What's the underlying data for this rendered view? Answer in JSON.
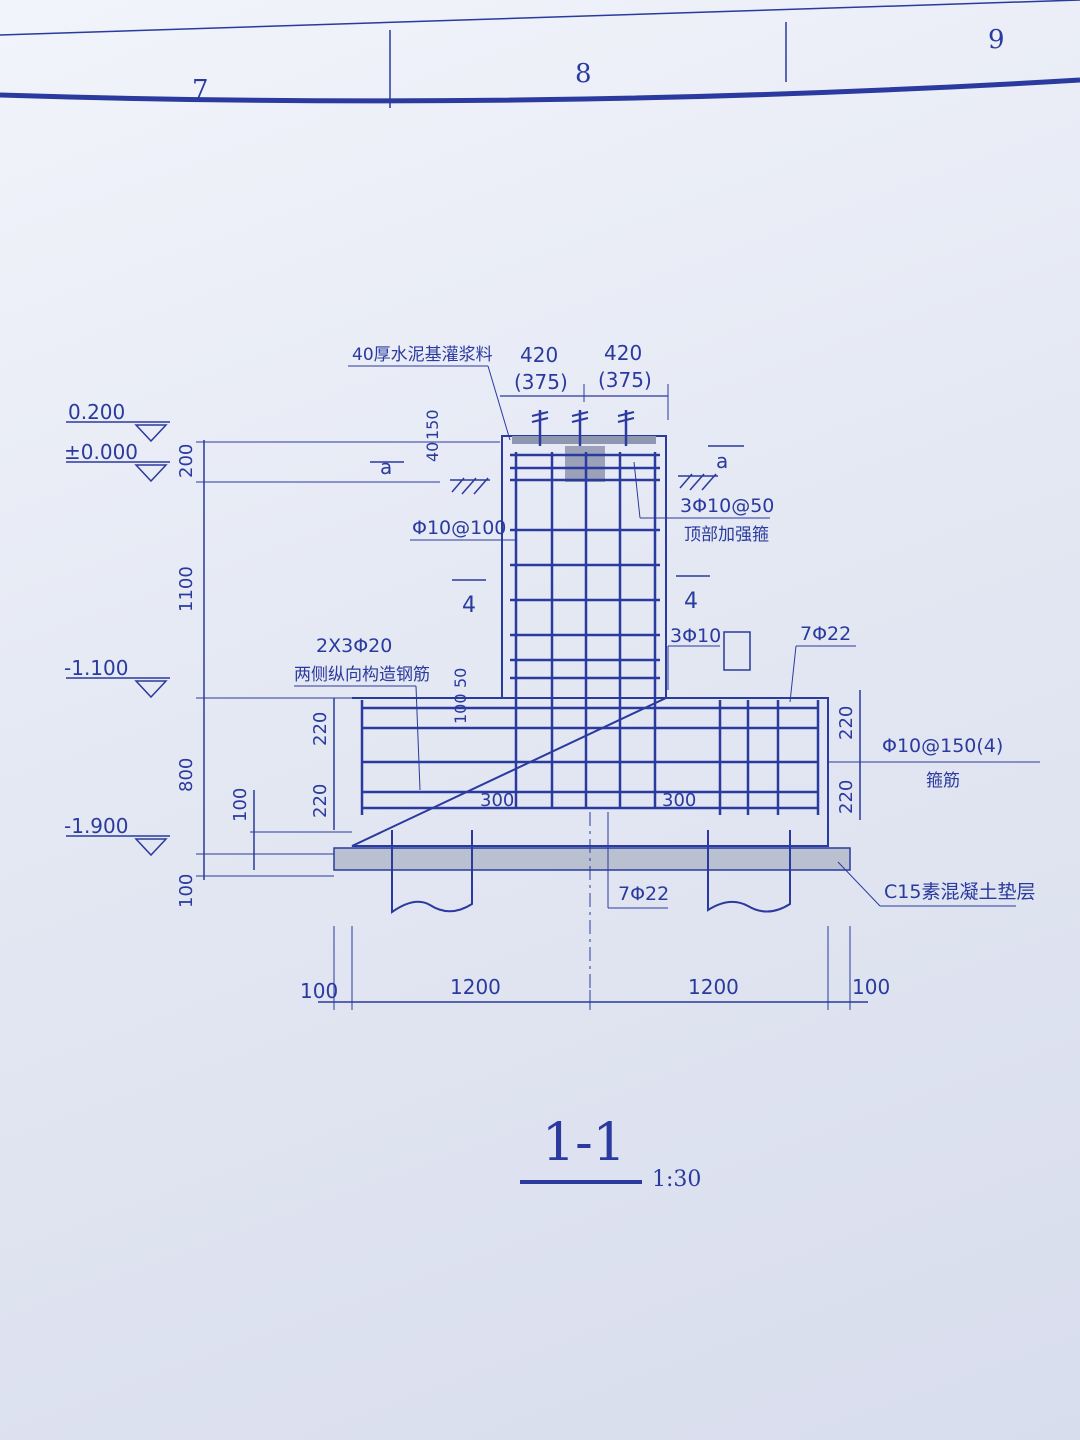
{
  "header": {
    "col7": "7",
    "col8": "8",
    "col9": "9"
  },
  "section": {
    "title": "1-1",
    "scale": "1:30"
  },
  "elevations": {
    "e1": "0.200",
    "e2": "±0.000",
    "e3": "-1.100",
    "e4": "-1.900"
  },
  "dims": {
    "left_200": "200",
    "left_1100": "1100",
    "left_800": "800",
    "left_100b": "100",
    "left_100": "100",
    "d220a": "220",
    "d220b": "220",
    "d40": "40",
    "d150": "150",
    "d50": "50",
    "d100": "100",
    "top_420a": "420",
    "top_375a": "(375)",
    "top_420b": "420",
    "top_375b": "(375)",
    "right_220a": "220",
    "right_220b": "220",
    "bot_100a": "100",
    "bot_1200a": "1200",
    "bot_1200b": "1200",
    "bot_100b": "100",
    "d300a": "300",
    "d300b": "300"
  },
  "labels": {
    "grout": "40厚水泥基灌浆料",
    "section_a": "a",
    "section_4": "4",
    "stirrup_top": "3Φ10@50",
    "stirrup_top_cn": "顶部加强箍",
    "stirrup": "Φ10@100",
    "bars_side": "2X3Φ20",
    "bars_side_cn": "两侧纵向构造钢筋",
    "bars_mid": "3Φ10",
    "bars_7a": "7Φ22",
    "bars_7b": "7Φ22",
    "stirrup_base": "Φ10@150(4)",
    "stirrup_base_cn": "箍筋",
    "concrete": "C15素混凝土垫层"
  }
}
